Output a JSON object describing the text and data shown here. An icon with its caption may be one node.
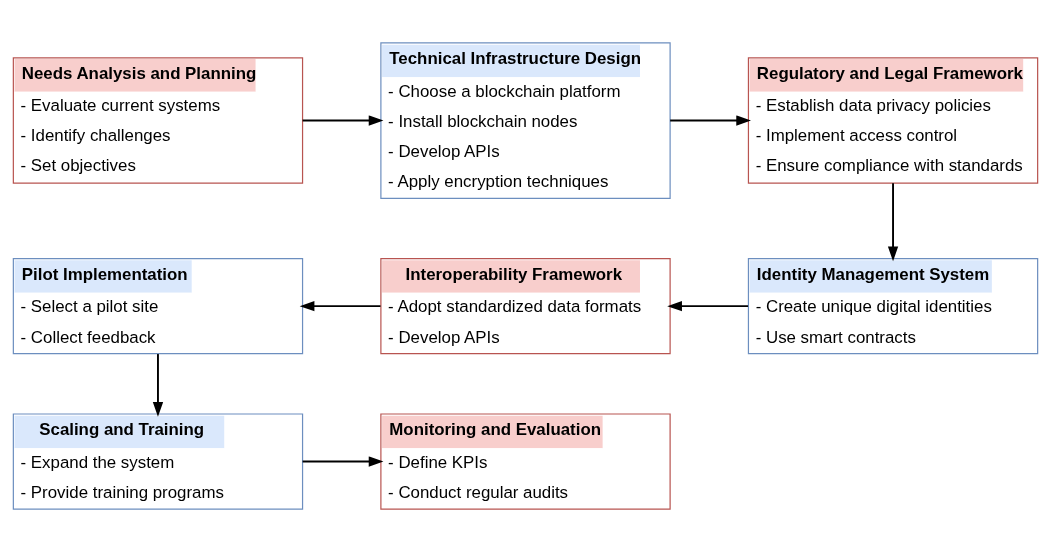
{
  "diagram": {
    "nodes": [
      {
        "text": [
          "Needs Analysis and Planning",
          "- Evaluate current systems",
          "- Identify challenges",
          "- Set objectives"
        ]
      },
      {
        "text": [
          "Technical Infrastructure Design",
          "- Choose a blockchain platform",
          "- Install blockchain nodes",
          "- Develop APIs",
          "- Apply encryption techniques"
        ]
      },
      {
        "text": [
          "Regulatory and Legal Framework",
          "- Establish data privacy policies",
          "- Implement access control",
          "- Ensure compliance with standards"
        ]
      },
      {
        "text": [
          "Identity Management System",
          "- Create unique digital identities",
          "- Use smart contracts"
        ]
      },
      {
        "text": [
          "Interoperability Framework",
          "- Adopt standardized data formats",
          "- Develop APIs"
        ]
      },
      {
        "text": [
          "Pilot Implementation",
          "- Select a pilot site",
          "- Collect feedback"
        ]
      },
      {
        "text": [
          "Scaling and Training",
          "- Expand the system",
          "- Provide training programs"
        ]
      },
      {
        "text": [
          "Monitoring and Evaluation",
          "- Define KPIs",
          "- Conduct regular audits"
        ]
      }
    ],
    "edges": [
      {
        "from": 0,
        "to": 1,
        "arrow": "to"
      },
      {
        "from": 1,
        "to": 2,
        "arrow": "to"
      },
      {
        "from": 2,
        "to": 3,
        "arrow": "to"
      },
      {
        "from": 3,
        "to": 4,
        "arrow": "to"
      },
      {
        "from": 4,
        "to": 5,
        "arrow": "to"
      },
      {
        "from": 5,
        "to": 6,
        "arrow": "to"
      },
      {
        "from": 6,
        "to": 7,
        "arrow": "to"
      }
    ]
  }
}
